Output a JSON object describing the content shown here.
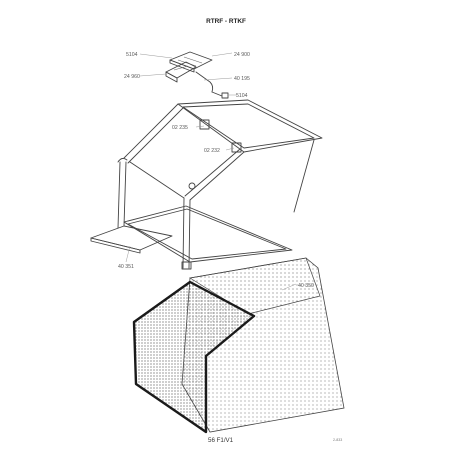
{
  "diagram": {
    "title": "RTRF - RTKF",
    "footer_code": "56 F1/V1",
    "corner_code": "2-833",
    "colors": {
      "line": "#444444",
      "leader": "#9a9a9a",
      "thick_rim": "#1a1a1a",
      "dots": "#8a8a8a"
    },
    "parts": [
      {
        "id": "p1",
        "label": "5104"
      },
      {
        "id": "p2",
        "label": "24 900"
      },
      {
        "id": "p3",
        "label": "24 960"
      },
      {
        "id": "p4",
        "label": "40 195"
      },
      {
        "id": "p5",
        "label": "5104"
      },
      {
        "id": "p6",
        "label": "02 235"
      },
      {
        "id": "p7",
        "label": "02 232"
      },
      {
        "id": "p8",
        "label": "40 351"
      },
      {
        "id": "p9",
        "label": "40 350"
      }
    ]
  }
}
